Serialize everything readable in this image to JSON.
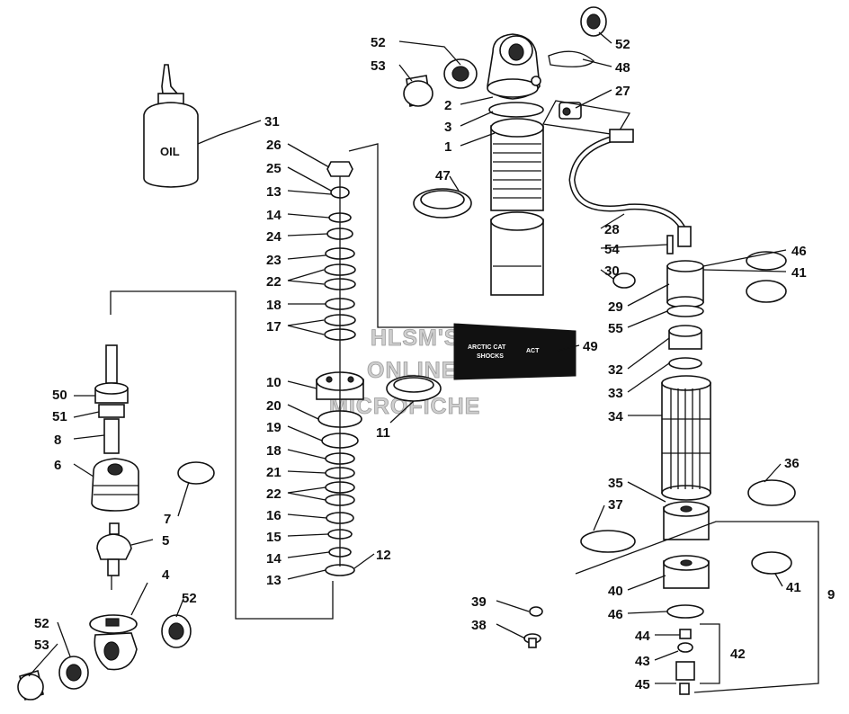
{
  "watermark": {
    "line1": "HLSM'S",
    "line2": "ONLINE",
    "line3": "MICROFICHE"
  },
  "oil_label": "OIL",
  "decal": {
    "line_a": "ARCTIC CAT",
    "line_b": "SHOCKS",
    "line_c": "ACT"
  },
  "callouts": {
    "c1": "1",
    "c2": "2",
    "c3": "3",
    "c4": "4",
    "c5": "5",
    "c6": "6",
    "c7": "7",
    "c8": "8",
    "c9": "9",
    "c10": "10",
    "c11": "11",
    "c12": "12",
    "c13a": "13",
    "c13b": "13",
    "c14a": "14",
    "c14b": "14",
    "c15": "15",
    "c16": "16",
    "c17": "17",
    "c18a": "18",
    "c18b": "18",
    "c19": "19",
    "c20": "20",
    "c21": "21",
    "c22a": "22",
    "c22b": "22",
    "c23": "23",
    "c24": "24",
    "c25": "25",
    "c26": "26",
    "c27": "27",
    "c28": "28",
    "c29": "29",
    "c30": "30",
    "c31": "31",
    "c32": "32",
    "c33": "33",
    "c34": "34",
    "c35": "35",
    "c36": "36",
    "c37": "37",
    "c38": "38",
    "c39": "39",
    "c40": "40",
    "c41a": "41",
    "c41b": "41",
    "c42": "42",
    "c43": "43",
    "c44": "44",
    "c45": "45",
    "c46a": "46",
    "c46b": "46",
    "c47": "47",
    "c48": "48",
    "c49": "49",
    "c50": "50",
    "c51": "51",
    "c52a": "52",
    "c52b": "52",
    "c52c": "52",
    "c52d": "52",
    "c53a": "53",
    "c53b": "53",
    "c54": "54",
    "c55": "55"
  }
}
